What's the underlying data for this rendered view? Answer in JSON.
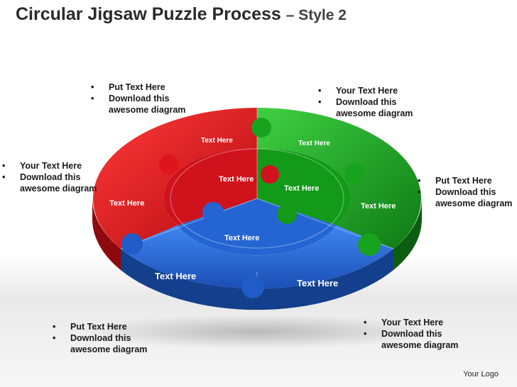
{
  "title": {
    "main": "Circular Jigsaw Puzzle Process",
    "sub": "– Style 2"
  },
  "pieces": {
    "inner_red": "Text Here",
    "inner_green": "Text Here",
    "inner_blue": "Text Here",
    "outer_red_top": "Text Here",
    "outer_red_left": "Text Here",
    "outer_green_top": "Text Here",
    "outer_green_right": "Text Here",
    "outer_blue_left": "Text Here",
    "outer_blue_right": "Text Here"
  },
  "callouts": {
    "top_left": {
      "l1": "Put Text Here",
      "l2": "Download this",
      "l3": "awesome diagram"
    },
    "top_right": {
      "l1": "Your Text Here",
      "l2": "Download this",
      "l3": "awesome diagram"
    },
    "left": {
      "l1": "Your Text Here",
      "l2": "Download this",
      "l3": "awesome diagram"
    },
    "right": {
      "l1": "Put Text Here",
      "l2": "Download this",
      "l3": "awesome diagram"
    },
    "bottom_left": {
      "l1": "Put Text Here",
      "l2": "Download this",
      "l3": "awesome diagram"
    },
    "bottom_right": {
      "l1": "Your Text Here",
      "l2": "Download this",
      "l3": "awesome diagram"
    }
  },
  "logo": "Your Logo",
  "colors": {
    "red": "#e0141c",
    "green": "#17a31d",
    "blue": "#1f5cc7"
  }
}
